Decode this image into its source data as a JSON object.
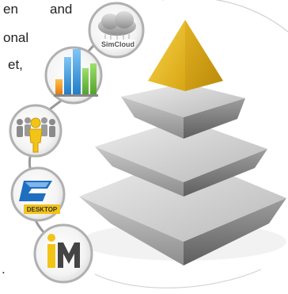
{
  "text_fragments": {
    "line1_word1": "en",
    "line1_word2": "and",
    "line2": "onal",
    "line3": "et,",
    "line4": "."
  },
  "badges": [
    {
      "name": "simcloud-badge",
      "label": "SimCloud",
      "icon": "cloud-icon"
    },
    {
      "name": "chart-badge",
      "icon": "bar-chart-icon"
    },
    {
      "name": "people-badge",
      "icon": "people-icon"
    },
    {
      "name": "desktop-badge",
      "label": "DESKTOP",
      "icon": "desktop-logo-icon"
    },
    {
      "name": "logo-badge",
      "icon": "im-logo-icon"
    }
  ],
  "colors": {
    "pyramid_top": "#e8b820",
    "pyramid_layer": "#b8b8b8",
    "badge_ring": "#b0b0b0",
    "accent_yellow": "#f2c418"
  }
}
